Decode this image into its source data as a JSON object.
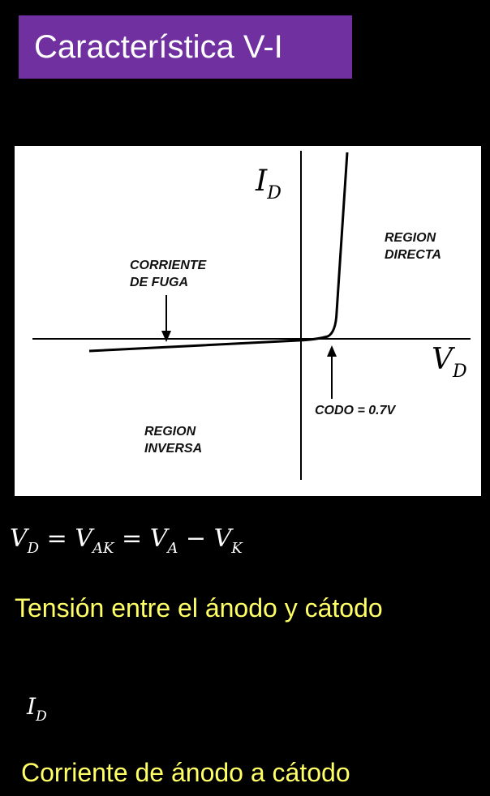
{
  "header": {
    "title": "Característica V-I"
  },
  "diagram": {
    "y_axis": {
      "symbol": "I",
      "subscript": "D"
    },
    "x_axis": {
      "symbol": "V",
      "subscript": "D"
    },
    "labels": {
      "leakage_line1": "CORRIENTE",
      "leakage_line2": "DE FUGA",
      "forward_line1": "REGION",
      "forward_line2": "DIRECTA",
      "reverse_line1": "REGION",
      "reverse_line2": "INVERSA",
      "knee": "CODO = 0.7V"
    }
  },
  "equation": {
    "lhs": {
      "symbol": "V",
      "subscript": "D"
    },
    "eq1": "=",
    "mid": {
      "symbol": "V",
      "subscript": "AK"
    },
    "eq2": "=",
    "a": {
      "symbol": "V",
      "subscript": "A"
    },
    "minus": "−",
    "k": {
      "symbol": "V",
      "subscript": "K"
    }
  },
  "voltage_description": "Tensión entre el ánodo y cátodo",
  "current_symbol": {
    "symbol": "I",
    "subscript": "D"
  },
  "current_description": "Corriente de ánodo a cátodo",
  "colors": {
    "title_bg": "#7030a0",
    "highlight_text": "#ffff66",
    "background": "#000000"
  }
}
